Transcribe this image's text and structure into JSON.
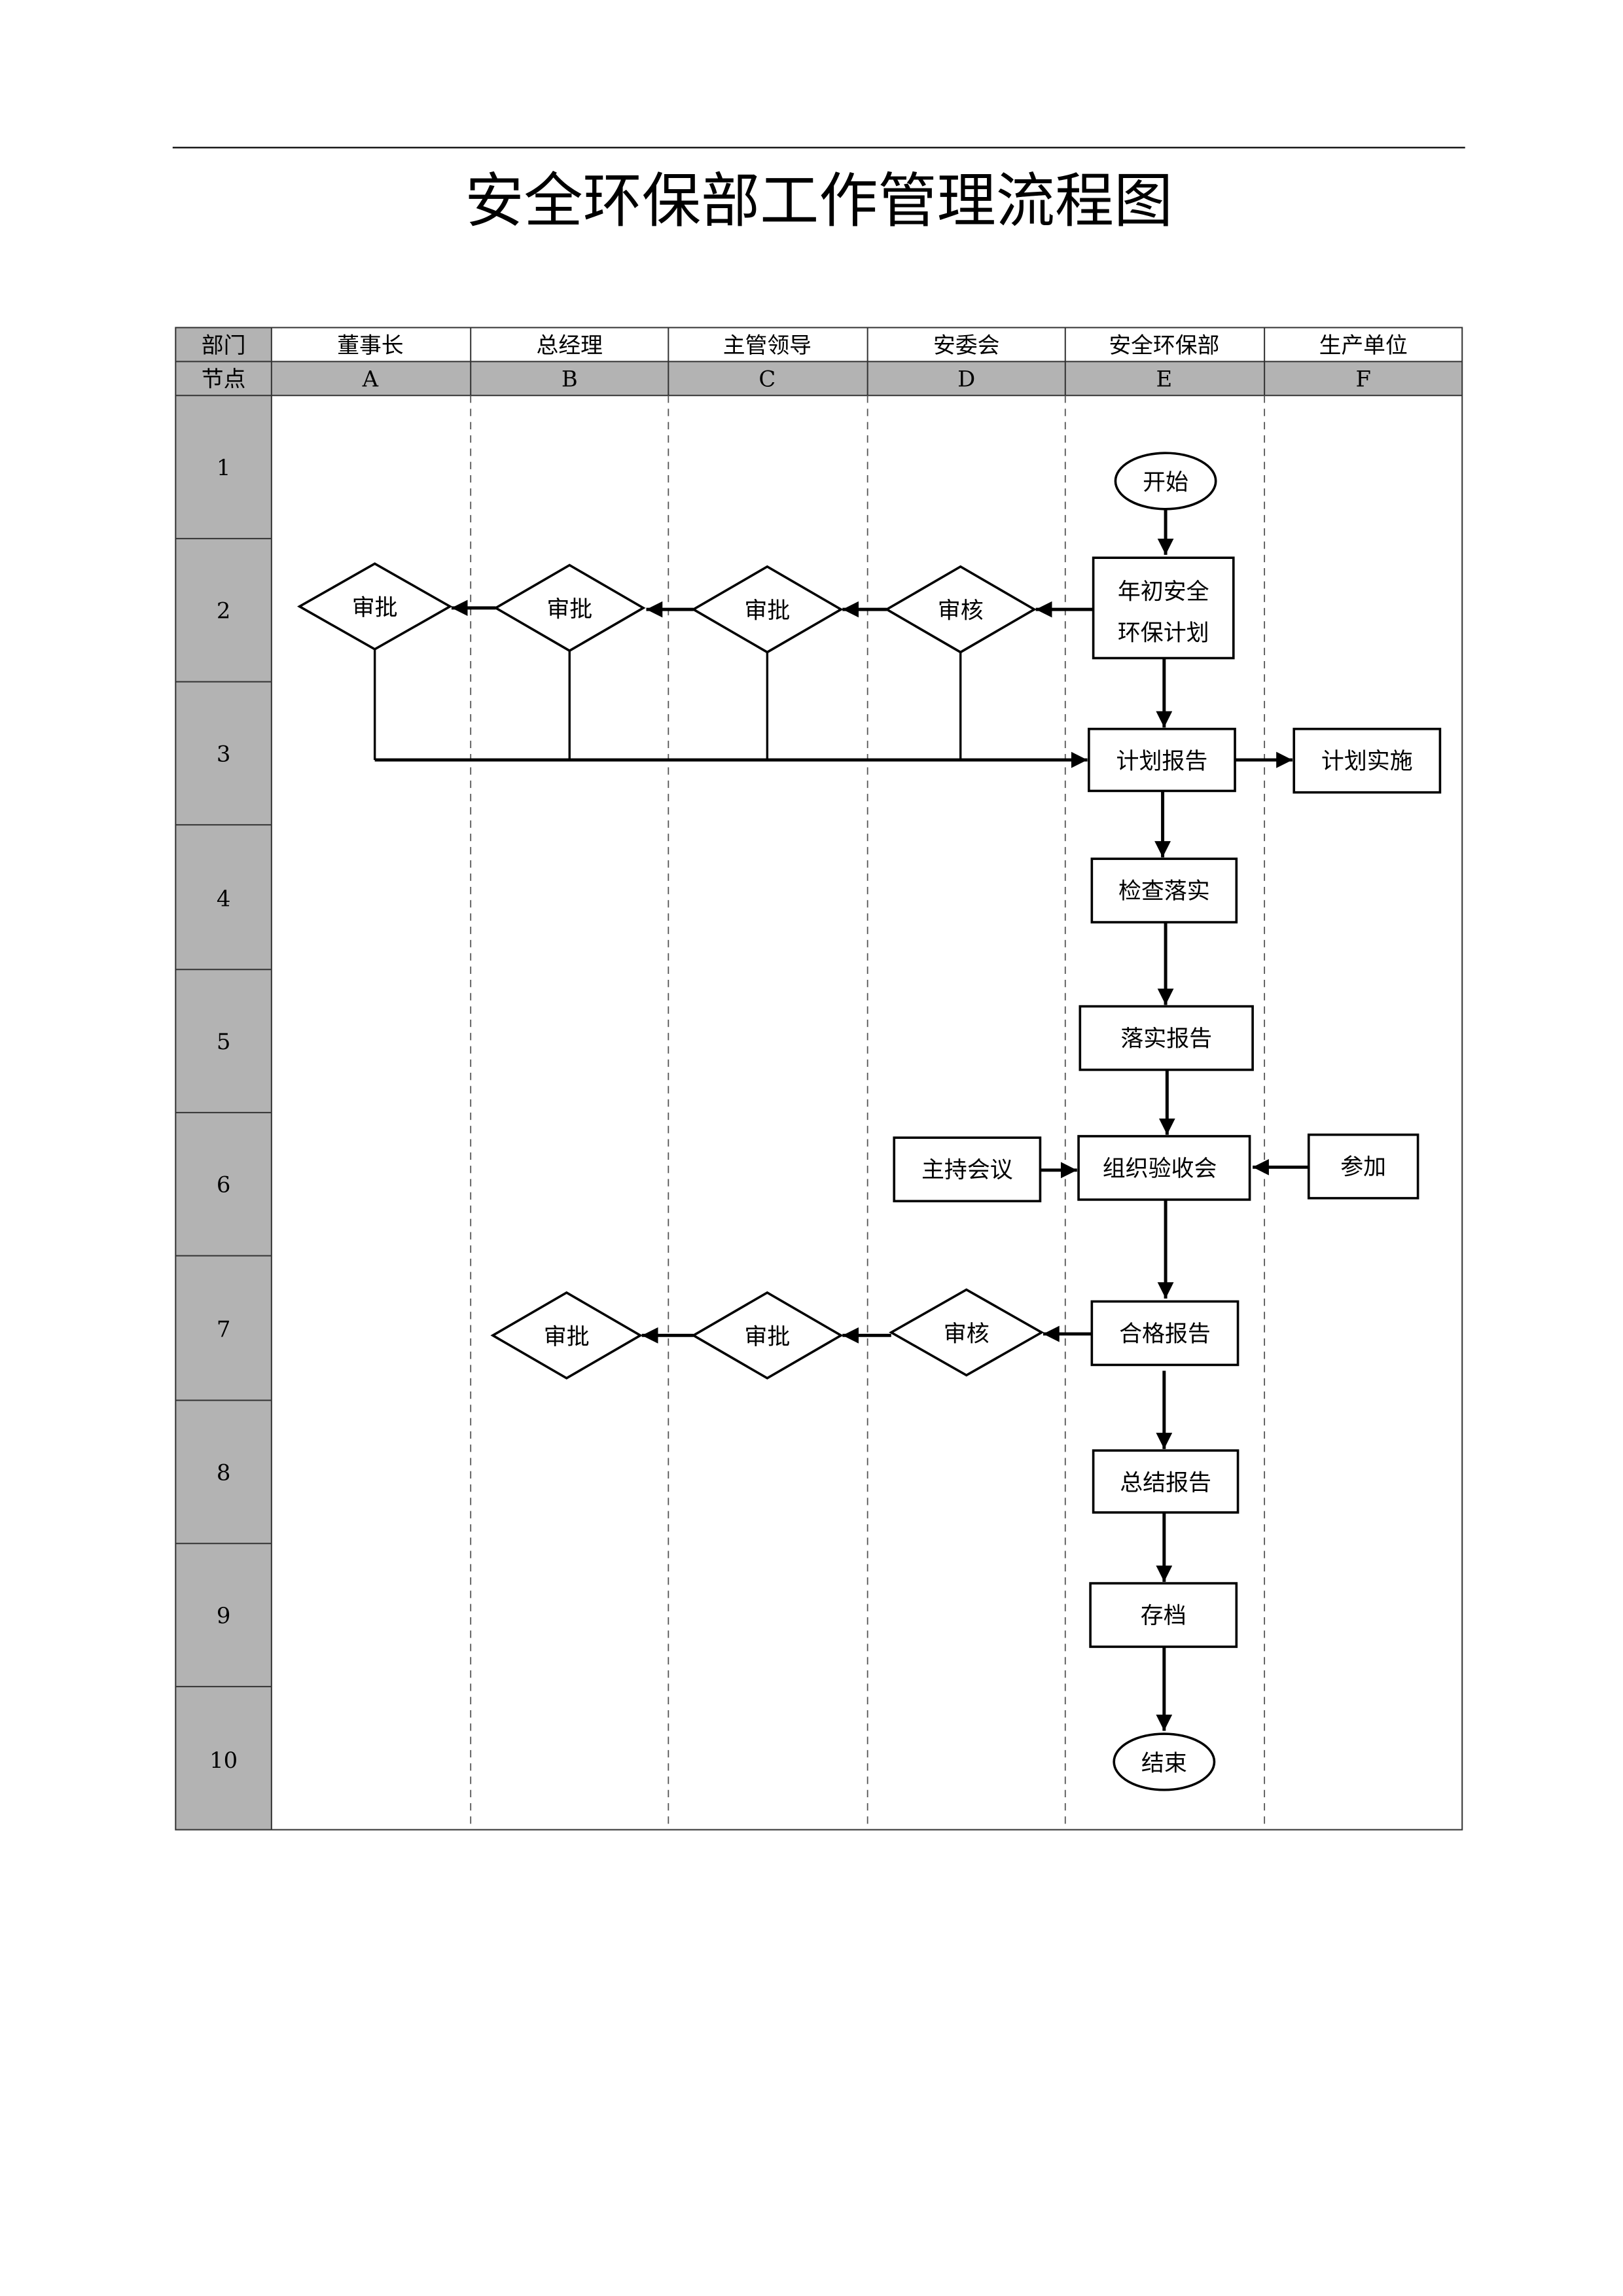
{
  "title": "安全环保部工作管理流程图",
  "header": {
    "dept_label": "部门",
    "node_label": "节点",
    "departments": [
      "董事长",
      "总经理",
      "主管领导",
      "安委会",
      "安全环保部",
      "生产单位"
    ],
    "codes": [
      "A",
      "B",
      "C",
      "D",
      "E",
      "F"
    ]
  },
  "rows": [
    "1",
    "2",
    "3",
    "4",
    "5",
    "6",
    "7",
    "8",
    "9",
    "10"
  ],
  "nodes": {
    "start": "开始",
    "plan_line1": "年初安全",
    "plan_line2": "环保计划",
    "review_d2": "审核",
    "approve_c2": "审批",
    "approve_b2": "审批",
    "approve_a2": "审批",
    "plan_report": "计划报告",
    "plan_impl": "计划实施",
    "inspect": "检查落实",
    "impl_report": "落实报告",
    "acceptance": "组织验收会",
    "host_meeting": "主持会议",
    "attend": "参加",
    "qualified_report": "合格报告",
    "review_d7": "审核",
    "approve_c7": "审批",
    "approve_b7": "审批",
    "summary_report": "总结报告",
    "archive": "存档",
    "end": "结束"
  }
}
